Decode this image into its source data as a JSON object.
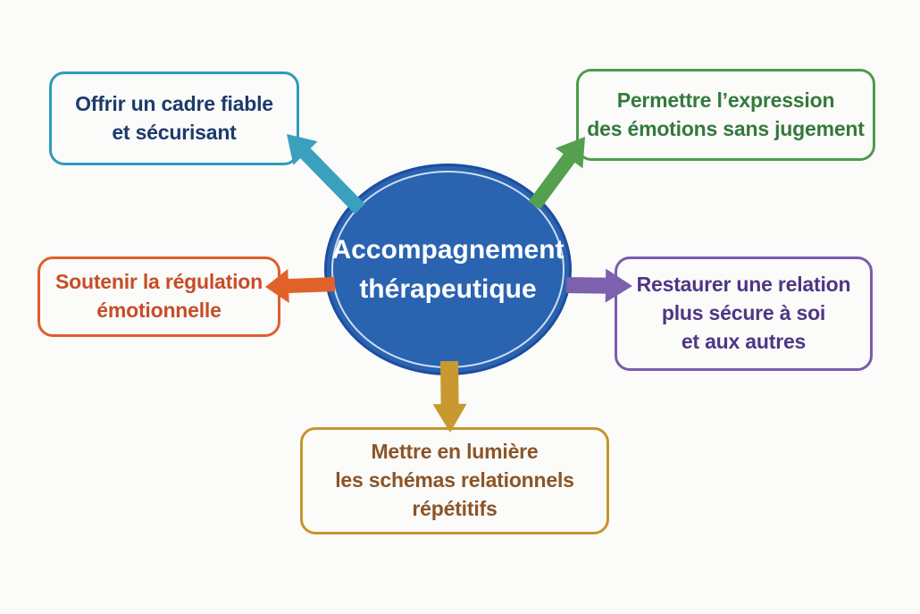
{
  "diagram": {
    "background": "#fbfbfa",
    "center": {
      "lines": [
        "Accompagnement",
        "thérapeutique"
      ],
      "fill": "#2a63b0",
      "edge": "#1d4d9e",
      "ring": "#ccdff2",
      "text_color": "#ffffff"
    },
    "nodes": [
      {
        "id": "cadre-fiable",
        "lines": [
          "Offrir un cadre fiable",
          "et sécurisant"
        ],
        "border_color": "#2e9bba",
        "text_color": "#1d3a6b",
        "arrow_color": "#3ba0bd"
      },
      {
        "id": "expression-emotions",
        "lines": [
          "Permettre l’expression",
          "des émotions sans jugement"
        ],
        "border_color": "#4d9c4d",
        "text_color": "#34793c",
        "arrow_color": "#54a04e"
      },
      {
        "id": "regulation-emotionnelle",
        "lines": [
          "Soutenir la régulation",
          "émotionnelle"
        ],
        "border_color": "#dc5f2b",
        "text_color": "#c74d27",
        "arrow_color": "#e0622a"
      },
      {
        "id": "relation-secure",
        "lines": [
          "Restaurer une relation",
          "plus sécure à soi",
          "et aux autres"
        ],
        "border_color": "#7a5dab",
        "text_color": "#4e3684",
        "arrow_color": "#7d60ae"
      },
      {
        "id": "schemas-repetitifs",
        "lines": [
          "Mettre en lumière",
          "les schémas relationnels",
          "répétitifs"
        ],
        "border_color": "#c6952e",
        "text_color": "#8b5527",
        "arrow_color": "#c8992f"
      }
    ]
  }
}
